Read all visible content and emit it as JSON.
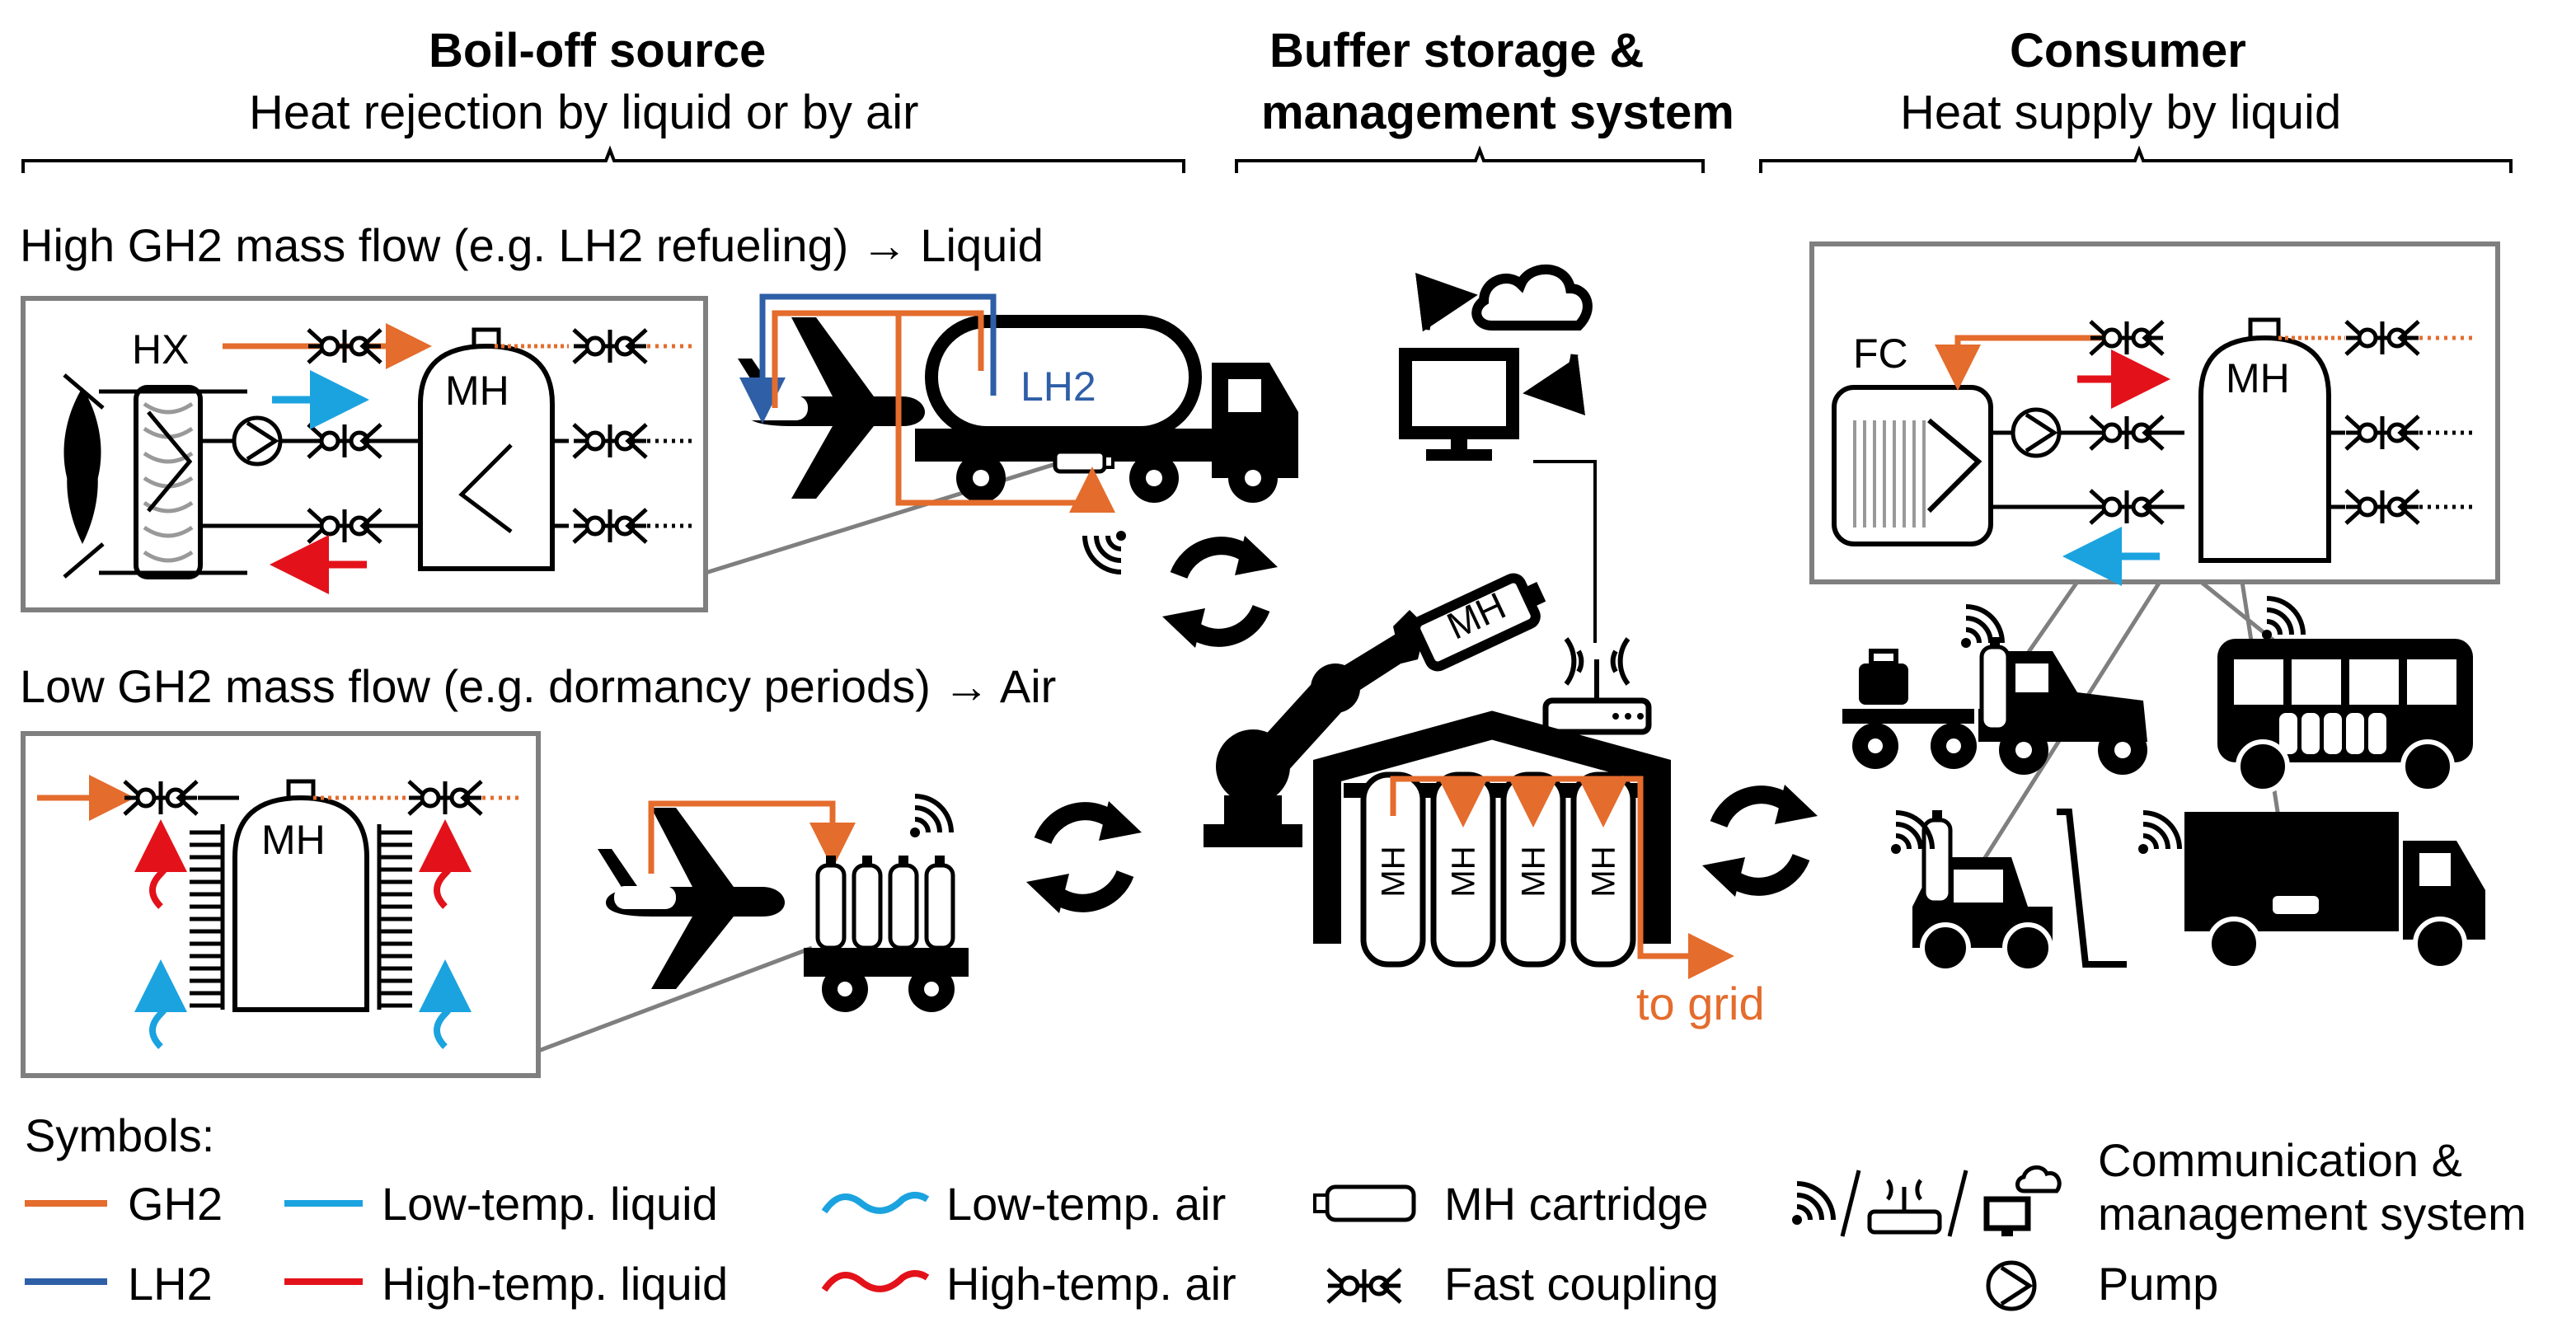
{
  "headers": {
    "source": {
      "title": "Boil-off source",
      "subtitle": "Heat rejection by liquid or by air"
    },
    "buffer": {
      "title_line1": "Buffer storage &",
      "title_line2": "management system"
    },
    "consumer": {
      "title": "Consumer",
      "subtitle": "Heat supply by liquid"
    }
  },
  "flows": {
    "high": "High GH2 mass flow (e.g. LH2 refueling) → Liquid",
    "low": "Low GH2 mass flow (e.g. dormancy periods) → Air"
  },
  "labels": {
    "hx": "HX",
    "mh": "MH",
    "lh2": "LH2",
    "fc": "FC",
    "to_grid": "to grid"
  },
  "legend": {
    "title": "Symbols:",
    "items": [
      {
        "label": "GH2"
      },
      {
        "label": "LH2"
      },
      {
        "label": "Low-temp. liquid"
      },
      {
        "label": "High-temp. liquid"
      },
      {
        "label": "Low-temp. air"
      },
      {
        "label": "High-temp. air"
      },
      {
        "label": "MH cartridge"
      },
      {
        "label": "Fast coupling"
      },
      {
        "label": "Communication &"
      },
      {
        "label": "management system"
      },
      {
        "label": "Pump"
      }
    ]
  },
  "colors": {
    "gh2": "#E46C2D",
    "lh2": "#2E5FA7",
    "low_temp": "#1BA3E0",
    "high_temp": "#E3121A",
    "frame": "#7F7F7F"
  }
}
